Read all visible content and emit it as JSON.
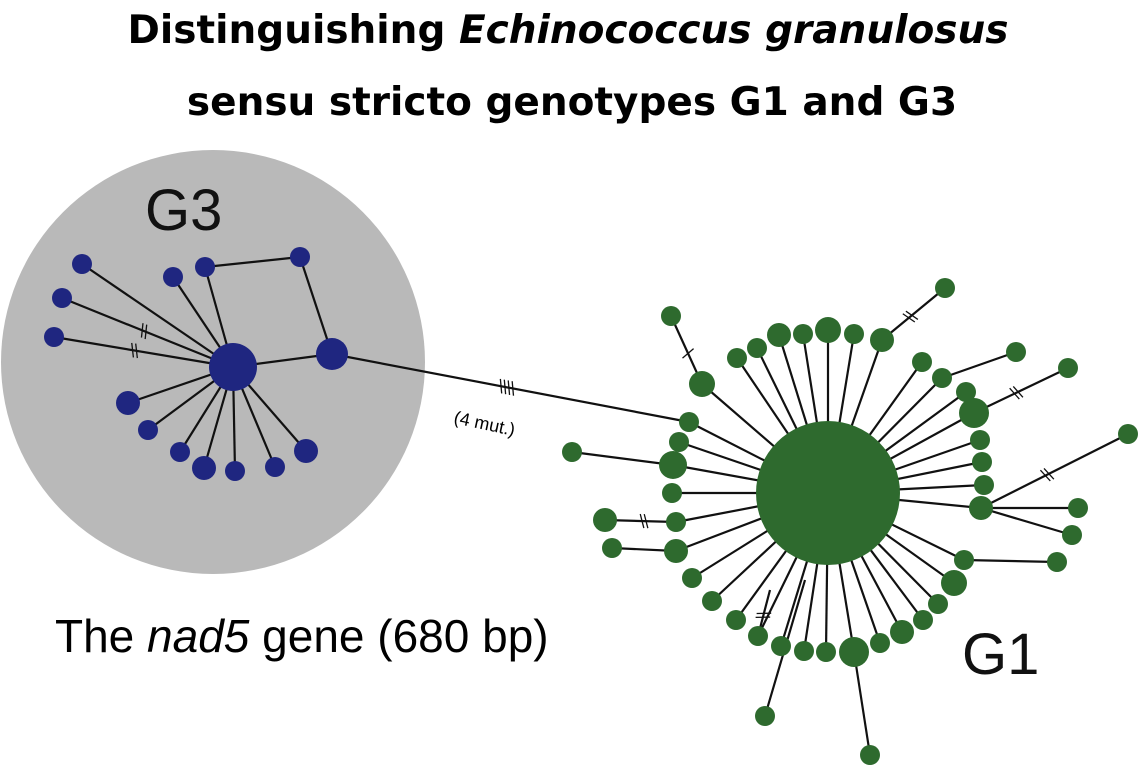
{
  "title": {
    "line1_prefix": "Distinguishing ",
    "line1_italic": "Echinococcus granulosus",
    "line2": "sensu stricto genotypes G1 and G3"
  },
  "groups": {
    "g3_label": "G3",
    "g1_label": "G1"
  },
  "gene_caption": {
    "prefix": "The ",
    "italic": "nad5",
    "suffix": " gene (680 bp)"
  },
  "link": {
    "label": "(4 mut.)",
    "mutations": 4
  },
  "colors": {
    "g3_node": "#1f2680",
    "g1_node": "#2e6a2e",
    "g3_cluster_bg": "#b9b9b9",
    "edge": "#111111"
  }
}
